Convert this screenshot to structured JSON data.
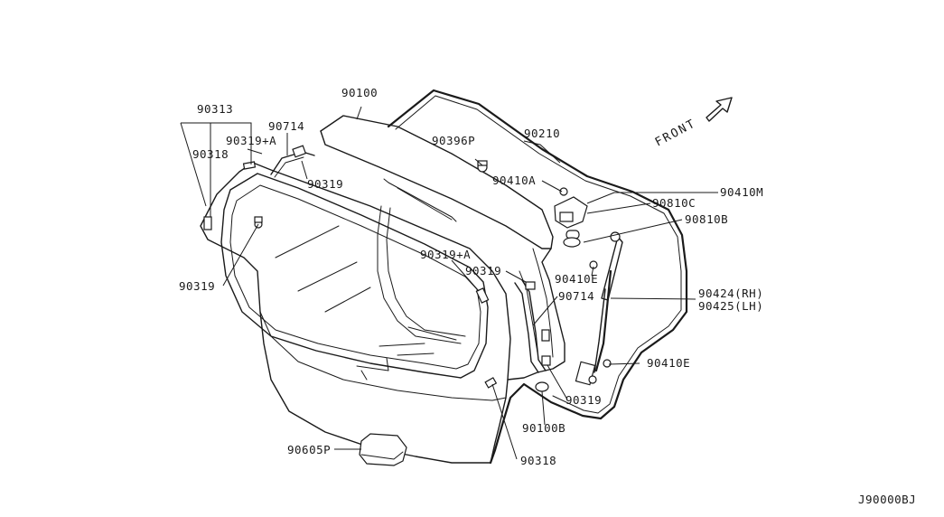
{
  "diagram_id": "J90000BJ",
  "front_label": "FRONT",
  "labels": {
    "p90100": "90100",
    "p90210": "90210",
    "p90313": "90313",
    "p90319A_left": "90319+A",
    "p90318_left": "90318",
    "p90714_top": "90714",
    "p90319_top": "90319",
    "p90319_left": "90319",
    "p90396P": "90396P",
    "p90410A": "90410A",
    "p90410M": "90410M",
    "p90810C": "90810C",
    "p90810B": "90810B",
    "p90319A_mid": "90319+A",
    "p90319_mid": "90319",
    "p90410E_mid": "90410E",
    "p90714_mid": "90714",
    "p90424": "90424(RH)",
    "p90425": "90425(LH)",
    "p90410E_right": "90410E",
    "p90319_bottom": "90319",
    "p90100B": "90100B",
    "p90318_bottom": "90318",
    "p90605P": "90605P"
  }
}
